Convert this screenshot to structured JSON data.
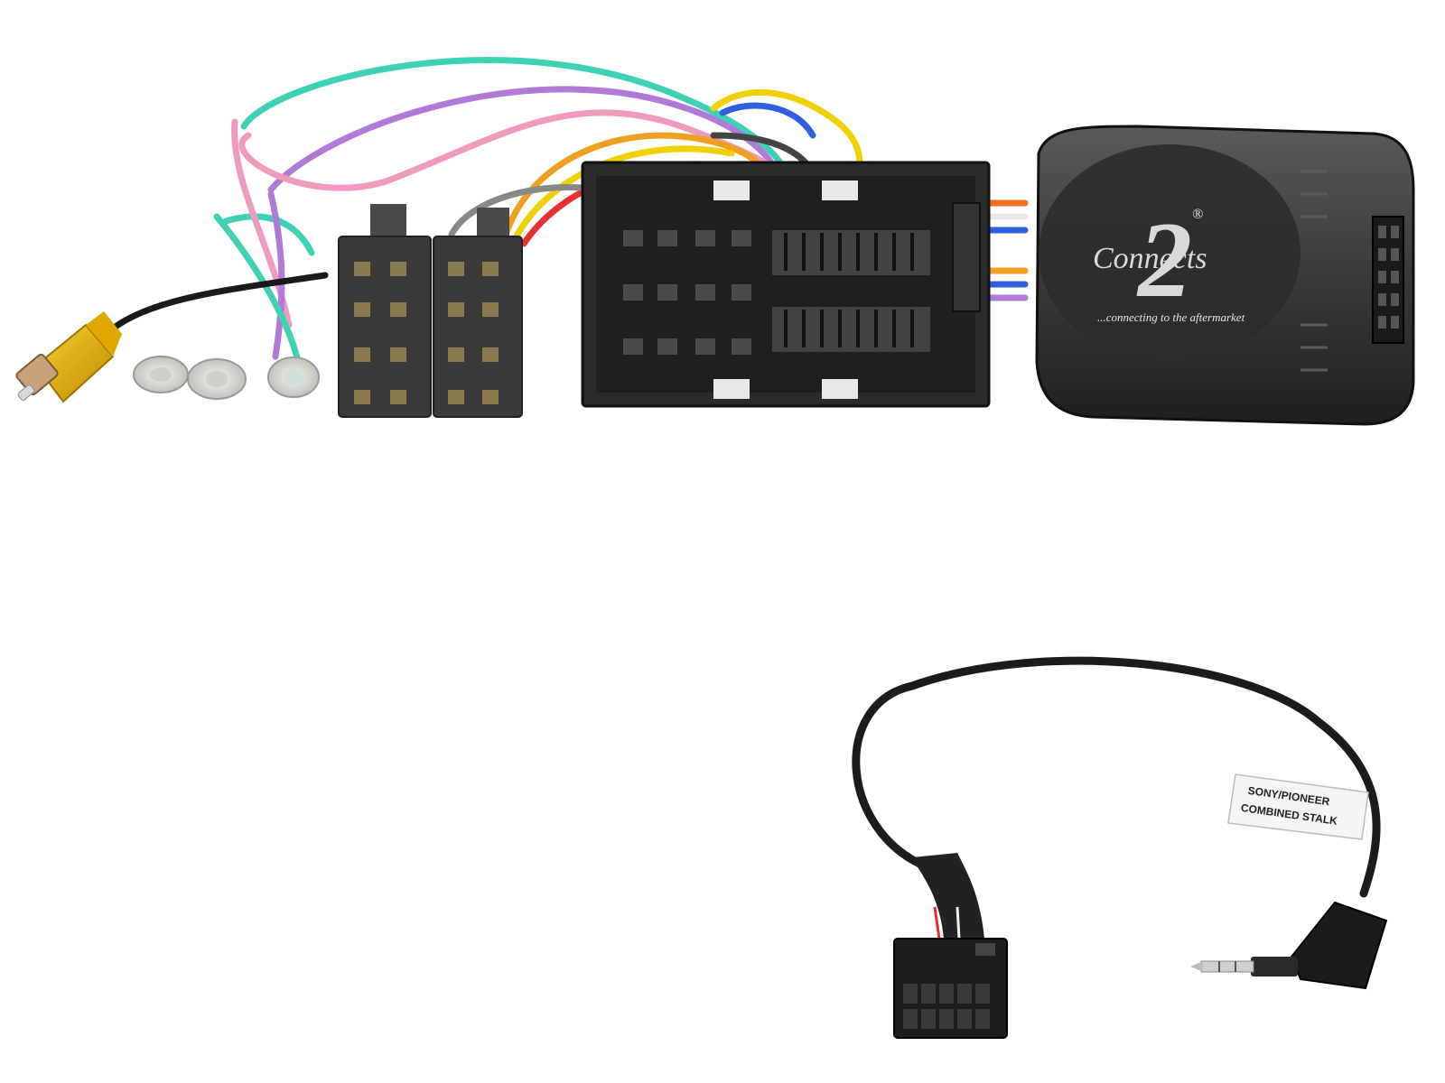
{
  "product": {
    "logo": {
      "brand": "Connects",
      "numeral": "2",
      "registered": "®",
      "tagline": "...connecting to the aftermarket"
    },
    "cable_label": {
      "line1": "SONY/PIONEER",
      "line2": "COMBINED STALK"
    }
  },
  "colors": {
    "background": "#ffffff",
    "connector_body": "#2b2b2b",
    "module_body": "#3a3a3a",
    "rca_plug": "#e8b400",
    "wires": [
      "#3fd1b6",
      "#b07ad8",
      "#f09abf",
      "#f0a020",
      "#f0d000",
      "#e83030",
      "#3060e0",
      "#888888",
      "#f07020"
    ]
  },
  "icons": {
    "rca": "rca-plug-icon",
    "spade": "spade-terminal-icon",
    "iso": "iso-connector-icon",
    "vehicle": "vehicle-connector-icon",
    "module": "interface-module-icon",
    "jack": "jack-plug-icon"
  }
}
